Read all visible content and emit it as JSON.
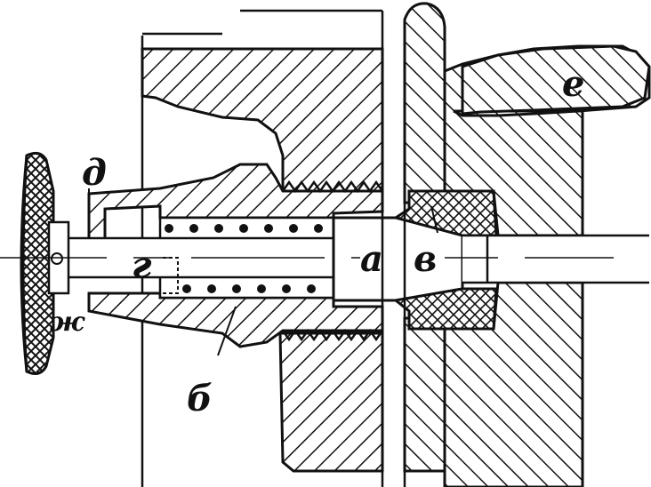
{
  "labels": {
    "a": "а",
    "b": "б",
    "v": "в",
    "g": "г",
    "d": "д",
    "e": "е",
    "zh": "ж"
  },
  "colors": {
    "ink": "#111111",
    "paper": "#ffffff"
  }
}
